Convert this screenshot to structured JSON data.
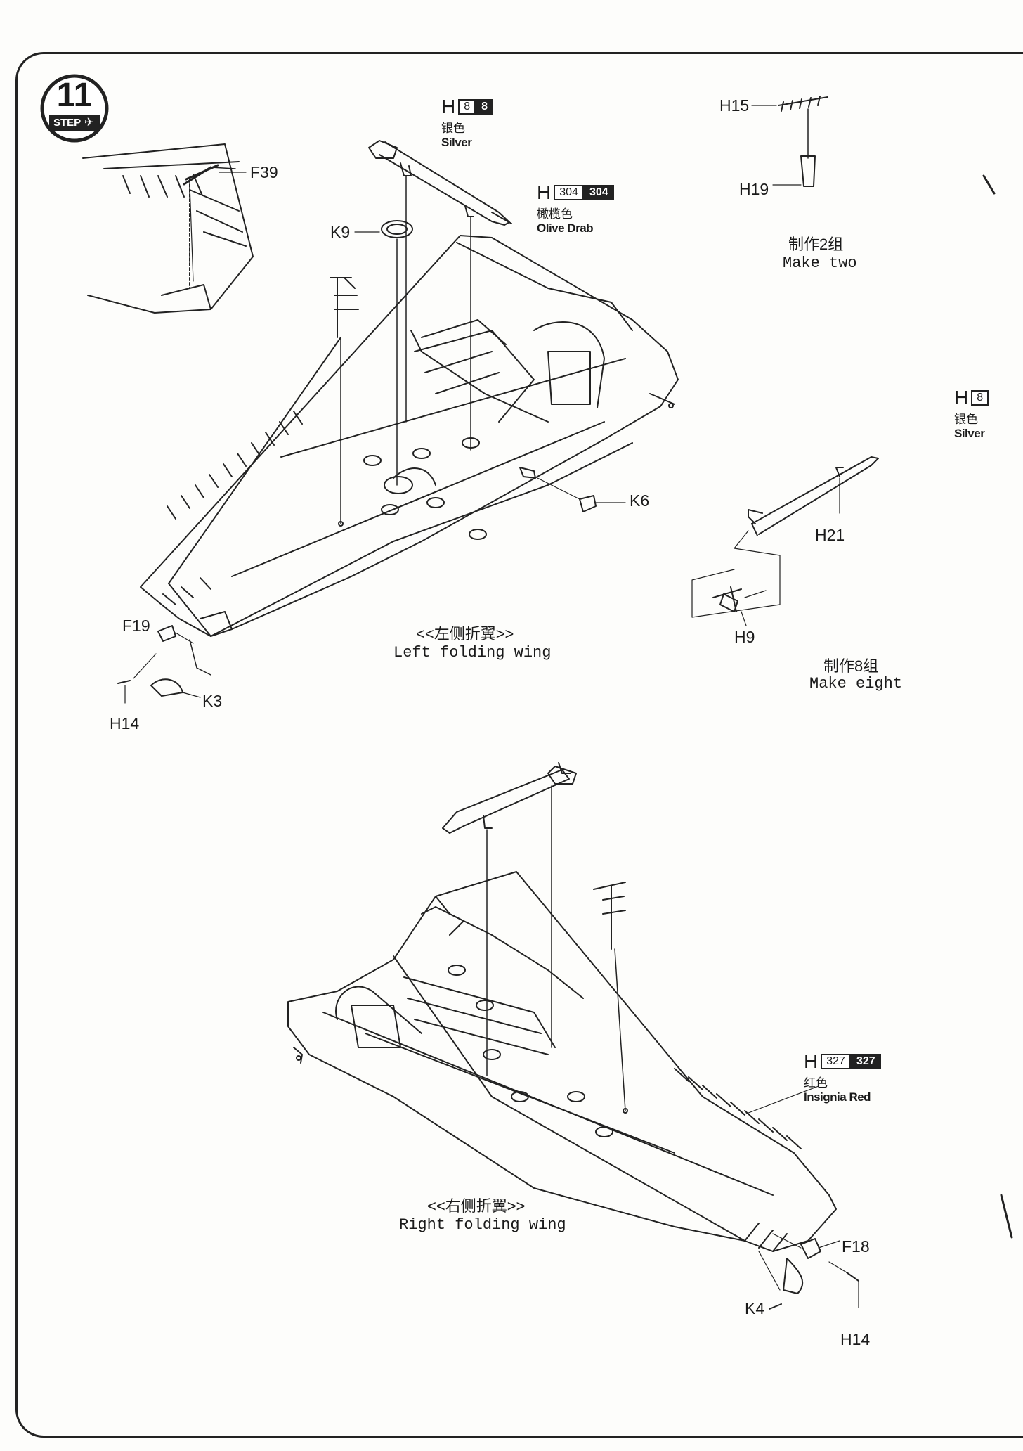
{
  "step": {
    "number": "11",
    "label": "STEP"
  },
  "parts": {
    "f39": "F39",
    "k9": "K9",
    "h15": "H15",
    "h19": "H19",
    "k6": "K6",
    "h21": "H21",
    "h9": "H9",
    "f19": "F19",
    "k3": "K3",
    "h14_left": "H14",
    "f18": "F18",
    "k4": "K4",
    "h14_right": "H14"
  },
  "paints": {
    "silver_top": {
      "letter": "H",
      "code1": "8",
      "code2": "8",
      "cn": "银色",
      "en": "Silver"
    },
    "olive": {
      "letter": "H",
      "code1": "304",
      "code2": "304",
      "cn": "橄榄色",
      "en": "Olive Drab"
    },
    "silver_side": {
      "letter": "H",
      "code1": "8",
      "cn": "银色",
      "en": "Silver"
    },
    "red": {
      "letter": "H",
      "code1": "327",
      "code2": "327",
      "cn": "红色",
      "en": "Insignia Red"
    }
  },
  "notes": {
    "make_two_cn": "制作2组",
    "make_two_en": "Make two",
    "make_eight_cn": "制作8组",
    "make_eight_en": "Make eight"
  },
  "wings": {
    "left_cn": "<<左侧折翼>>",
    "left_en": "Left folding wing",
    "right_cn": "<<右侧折翼>>",
    "right_en": "Right folding wing"
  }
}
